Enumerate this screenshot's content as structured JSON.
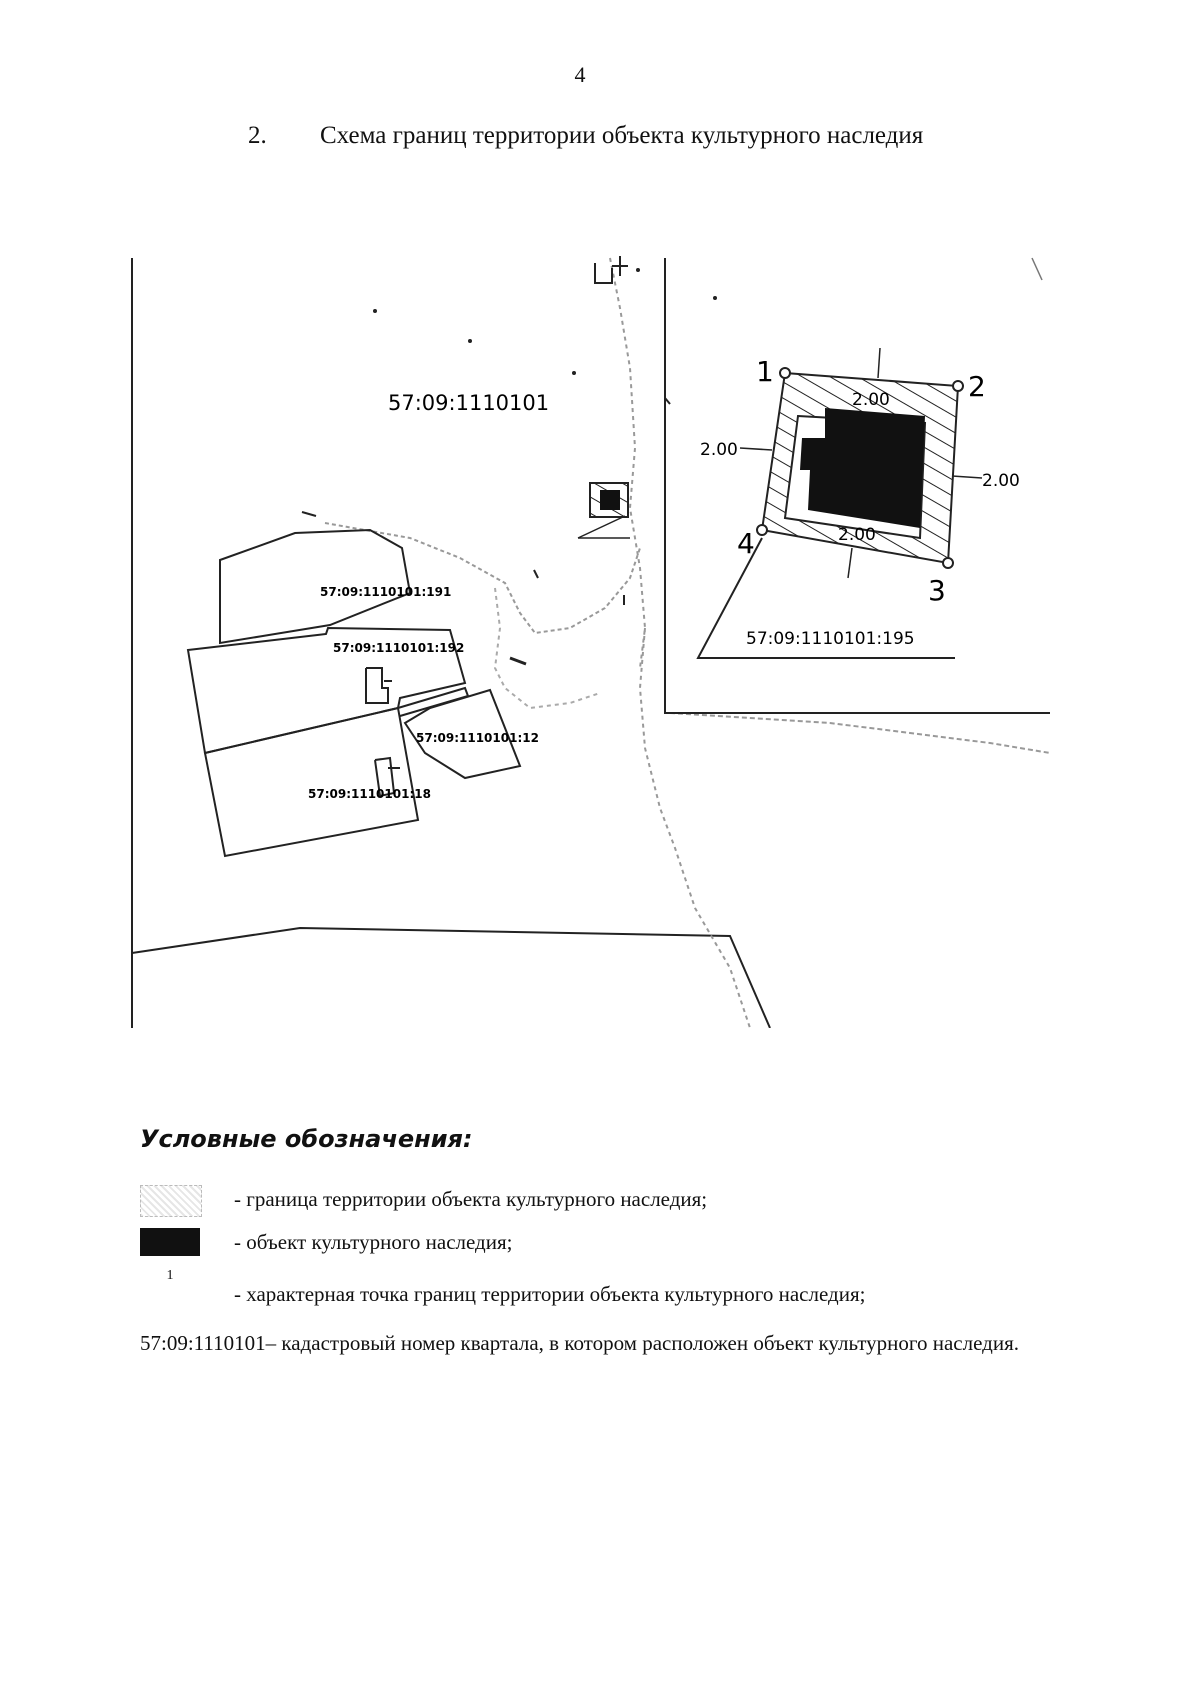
{
  "page_number": "4",
  "heading": {
    "number": "2.",
    "title": "Схема границ территории объекта культурного наследия"
  },
  "map": {
    "quarter_label": "57:09:1110101",
    "parcels": [
      "57:09:1110101:191",
      "57:09:1110101:192",
      "57:09:1110101:12",
      "57:09:1110101:18"
    ],
    "inset_parcel": "57:09:1110101:195",
    "dimensions": [
      "2.00",
      "2.00",
      "2.00",
      "2.00"
    ],
    "points": [
      "1",
      "2",
      "3",
      "4"
    ]
  },
  "legend": {
    "title": "Условные обозначения:",
    "items": [
      {
        "symbol": "hatch",
        "text": "- граница территории объекта культурного наследия;"
      },
      {
        "symbol": "black",
        "text": "- объект культурного наследия;"
      },
      {
        "symbol": "point",
        "symbol_label": "1",
        "text": "- характерная точка границ территории объекта культурного наследия;"
      }
    ]
  },
  "note": "57:09:1110101– кадастровый номер квартала, в котором расположен объект культурного наследия."
}
